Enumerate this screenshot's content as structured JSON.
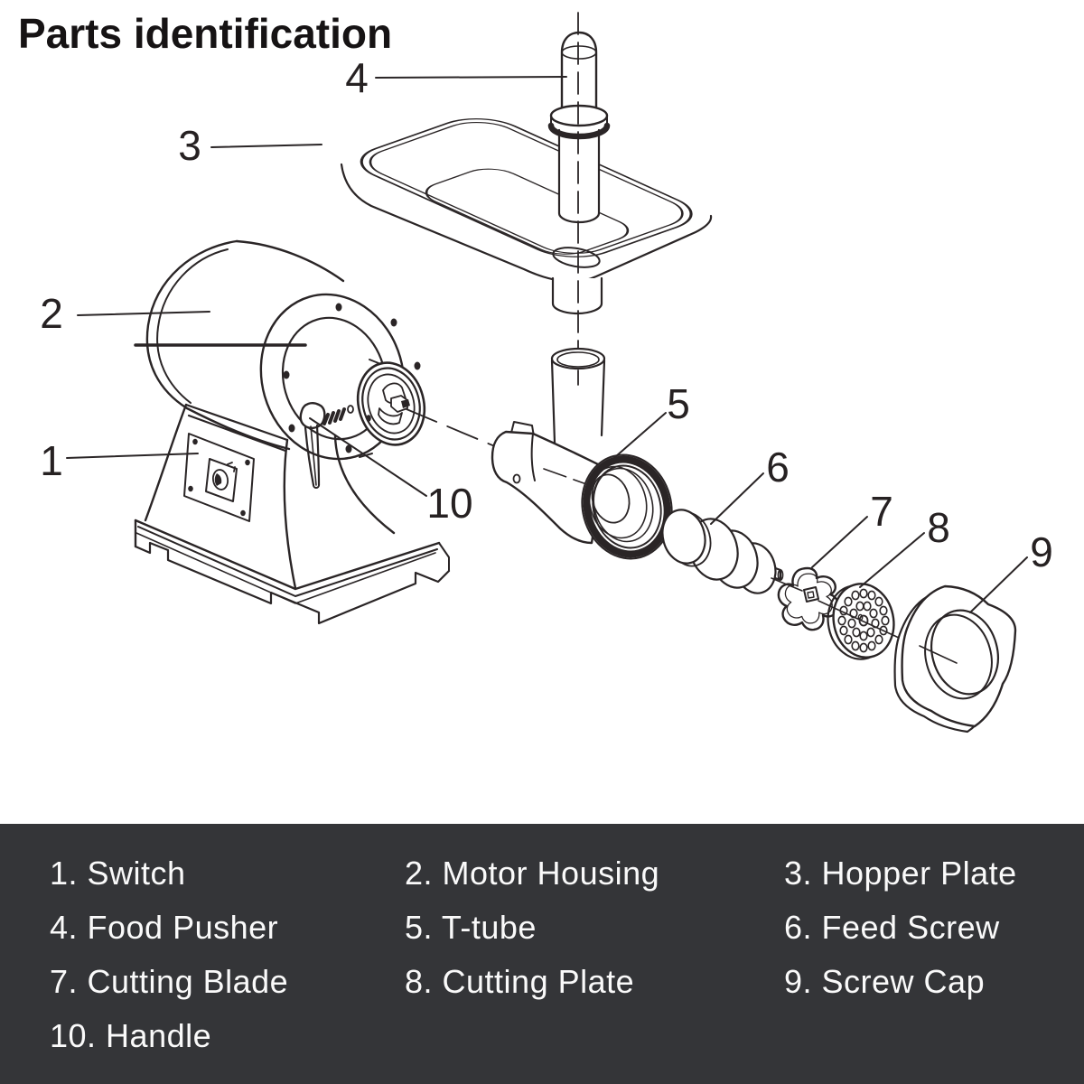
{
  "title": "Parts identification",
  "colors": {
    "background": "#ffffff",
    "ink": "#2a2526",
    "panel_bg": "#343538",
    "panel_text": "#fafafa"
  },
  "diagram": {
    "callouts": [
      {
        "number": "1",
        "part": "Switch"
      },
      {
        "number": "2",
        "part": "Motor Housing"
      },
      {
        "number": "3",
        "part": "Hopper Plate"
      },
      {
        "number": "4",
        "part": "Food Pusher"
      },
      {
        "number": "5",
        "part": "T-tube"
      },
      {
        "number": "6",
        "part": "Feed Screw"
      },
      {
        "number": "7",
        "part": "Cutting Blade"
      },
      {
        "number": "8",
        "part": "Cutting Plate"
      },
      {
        "number": "9",
        "part": "Screw Cap"
      },
      {
        "number": "10",
        "part": "Handle"
      }
    ]
  },
  "legend": {
    "items": [
      {
        "number": "1",
        "name": "Switch",
        "label": "1. Switch"
      },
      {
        "number": "2",
        "name": "Motor Housing",
        "label": "2. Motor Housing"
      },
      {
        "number": "3",
        "name": "Hopper Plate",
        "label": "3. Hopper Plate"
      },
      {
        "number": "4",
        "name": "Food Pusher",
        "label": "4. Food Pusher"
      },
      {
        "number": "5",
        "name": "T-tube",
        "label": "5. T-tube"
      },
      {
        "number": "6",
        "name": "Feed Screw",
        "label": "6. Feed Screw"
      },
      {
        "number": "7",
        "name": "Cutting Blade",
        "label": "7. Cutting Blade"
      },
      {
        "number": "8",
        "name": "Cutting Plate",
        "label": "8. Cutting Plate"
      },
      {
        "number": "9",
        "name": "Screw Cap",
        "label": "9. Screw Cap"
      },
      {
        "number": "10",
        "name": "Handle",
        "label": "10. Handle"
      }
    ]
  }
}
